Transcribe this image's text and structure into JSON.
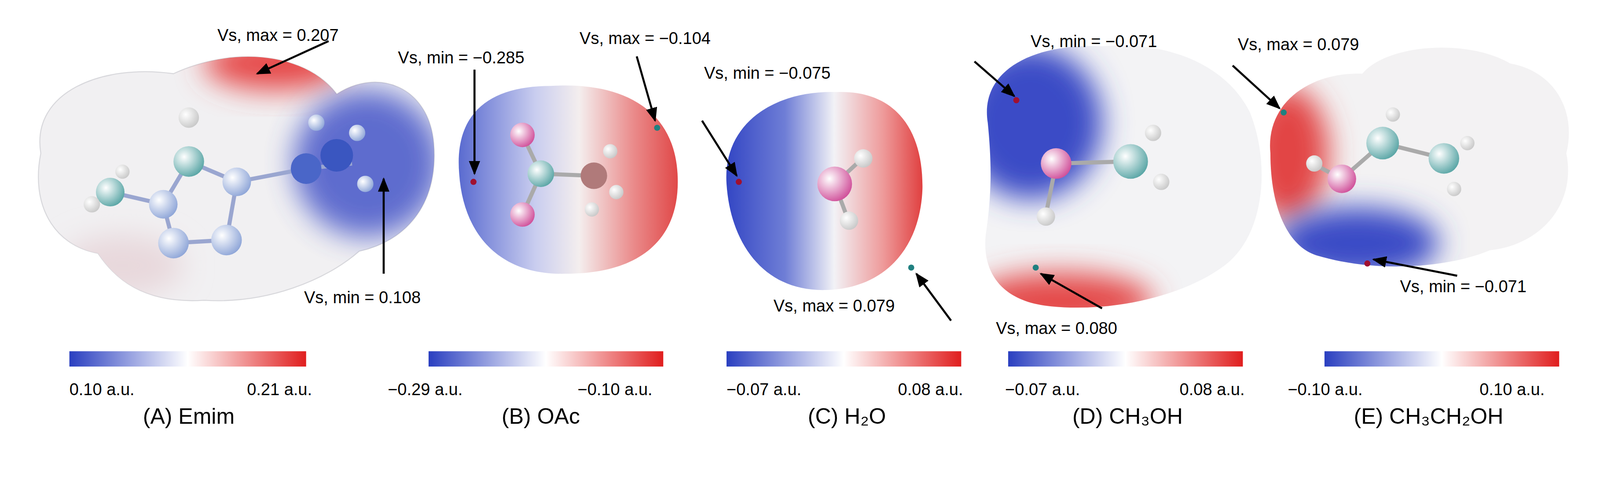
{
  "diagram": {
    "labels": [
      "Vs, max = 0.207",
      "Vs, min = 0.108",
      "0.10 a.u.",
      "0.21 a.u.",
      "(A) Emim",
      "Vs, min = −0.285",
      "Vs, max = −0.104",
      "−0.29 a.u.",
      "−0.10 a.u.",
      "(B) OAc",
      "Vs, min = −0.075",
      "Vs, max = 0.079",
      "−0.07 a.u.",
      "0.08 a.u.",
      "(C) H₂O",
      "Vs, min = −0.071",
      "Vs, max = 0.080",
      "−0.07 a.u.",
      "0.08 a.u.",
      "(D) CH₃OH",
      "Vs, max = 0.079",
      "Vs, min = −0.071",
      "−0.10 a.u.",
      "0.10 a.u.",
      "(E) CH₃CH₂OH"
    ]
  }
}
